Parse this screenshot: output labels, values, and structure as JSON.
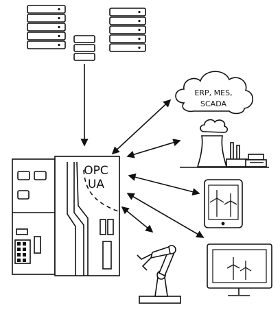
{
  "cloud": {
    "line1": "ERP, MES,",
    "line2": "SCADA"
  },
  "controller": {
    "label_line1": "OPC",
    "label_line2": "UA"
  }
}
